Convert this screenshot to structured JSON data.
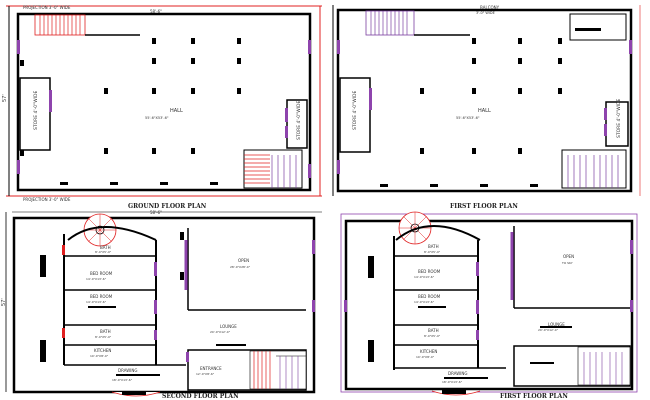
{
  "plans": [
    {
      "id": "ground",
      "title": "GROUND FLOOR PLAN",
      "top_annotation": "PROJECTION 3'-0\" WIDE",
      "bottom_annotation": "PROJECTION 3'-0\" WIDE",
      "width_dim": "58'-6\"",
      "depth_dim": "57'",
      "hall_label": "HALL",
      "hall_dim": "55'-6\"X53'-6\"",
      "left_store_label": "STORE 4'-0\"WIDE",
      "right_store_label": "STORE 4'-0\"WIDE"
    },
    {
      "id": "first",
      "title": "FIRST FLOOR PLAN",
      "top_annotation": "BALCONY",
      "top_annotation_dim": "3'-0\" WIDE",
      "hall_label": "HALL",
      "hall_dim": "55'-6\"X53'-6\"",
      "left_store_label": "STORE 4'-0\"WIDE",
      "right_store_label": "STORE 4'-0\"WIDE"
    },
    {
      "id": "second",
      "title": "SECOND FLOOR PLAN",
      "width_dim": "58'-6\"",
      "depth_dim": "57'",
      "rooms": [
        {
          "name": "BATH",
          "dim": "8'-0\"X5'-0\""
        },
        {
          "name": "BED ROOM",
          "dim": "14'-0\"X13'-6\""
        },
        {
          "name": "BED ROOM",
          "dim": "14'-0\"X13'-6\""
        },
        {
          "name": "BATH",
          "dim": "8'-0\"X5'-0\""
        },
        {
          "name": "KITCHEN",
          "dim": "10'-0\"X8'-0\""
        },
        {
          "name": "DRAWING",
          "dim": "18'-0\"X13'-6\""
        },
        {
          "name": "OPEN",
          "dim": "28'-0\"X28'-0\""
        },
        {
          "name": "LOUNGE",
          "dim": "20'-0\"X12'-0\""
        },
        {
          "name": "ENTRANCE",
          "dim": "12'-0\"X8'-6\""
        }
      ]
    },
    {
      "id": "third",
      "title": "FIRST FLOOR PLAN",
      "rooms": [
        {
          "name": "BATH",
          "dim": "8'-0\"X5'-0\""
        },
        {
          "name": "BED ROOM",
          "dim": "14'-0\"X13'-6\""
        },
        {
          "name": "BED ROOM",
          "dim": "14'-0\"X13'-6\""
        },
        {
          "name": "BATH",
          "dim": "8'-0\"X5'-0\""
        },
        {
          "name": "KITCHEN",
          "dim": "10'-0\"X8'-0\""
        },
        {
          "name": "DRAWING",
          "dim": "18'-0\"X13'-6\""
        },
        {
          "name": "OPEN",
          "dim": "TO SKY"
        },
        {
          "name": "LOUNGE",
          "dim": "20'-0\"X12'-0\""
        }
      ]
    }
  ],
  "colors": {
    "wall": "#000000",
    "door": "#8e44ad",
    "stair_red": "#e02020",
    "stair_violet": "#7b3fa0",
    "border_left": "#e02020",
    "border_right": "#9b59b6",
    "border_violet": "#8e44ad"
  }
}
